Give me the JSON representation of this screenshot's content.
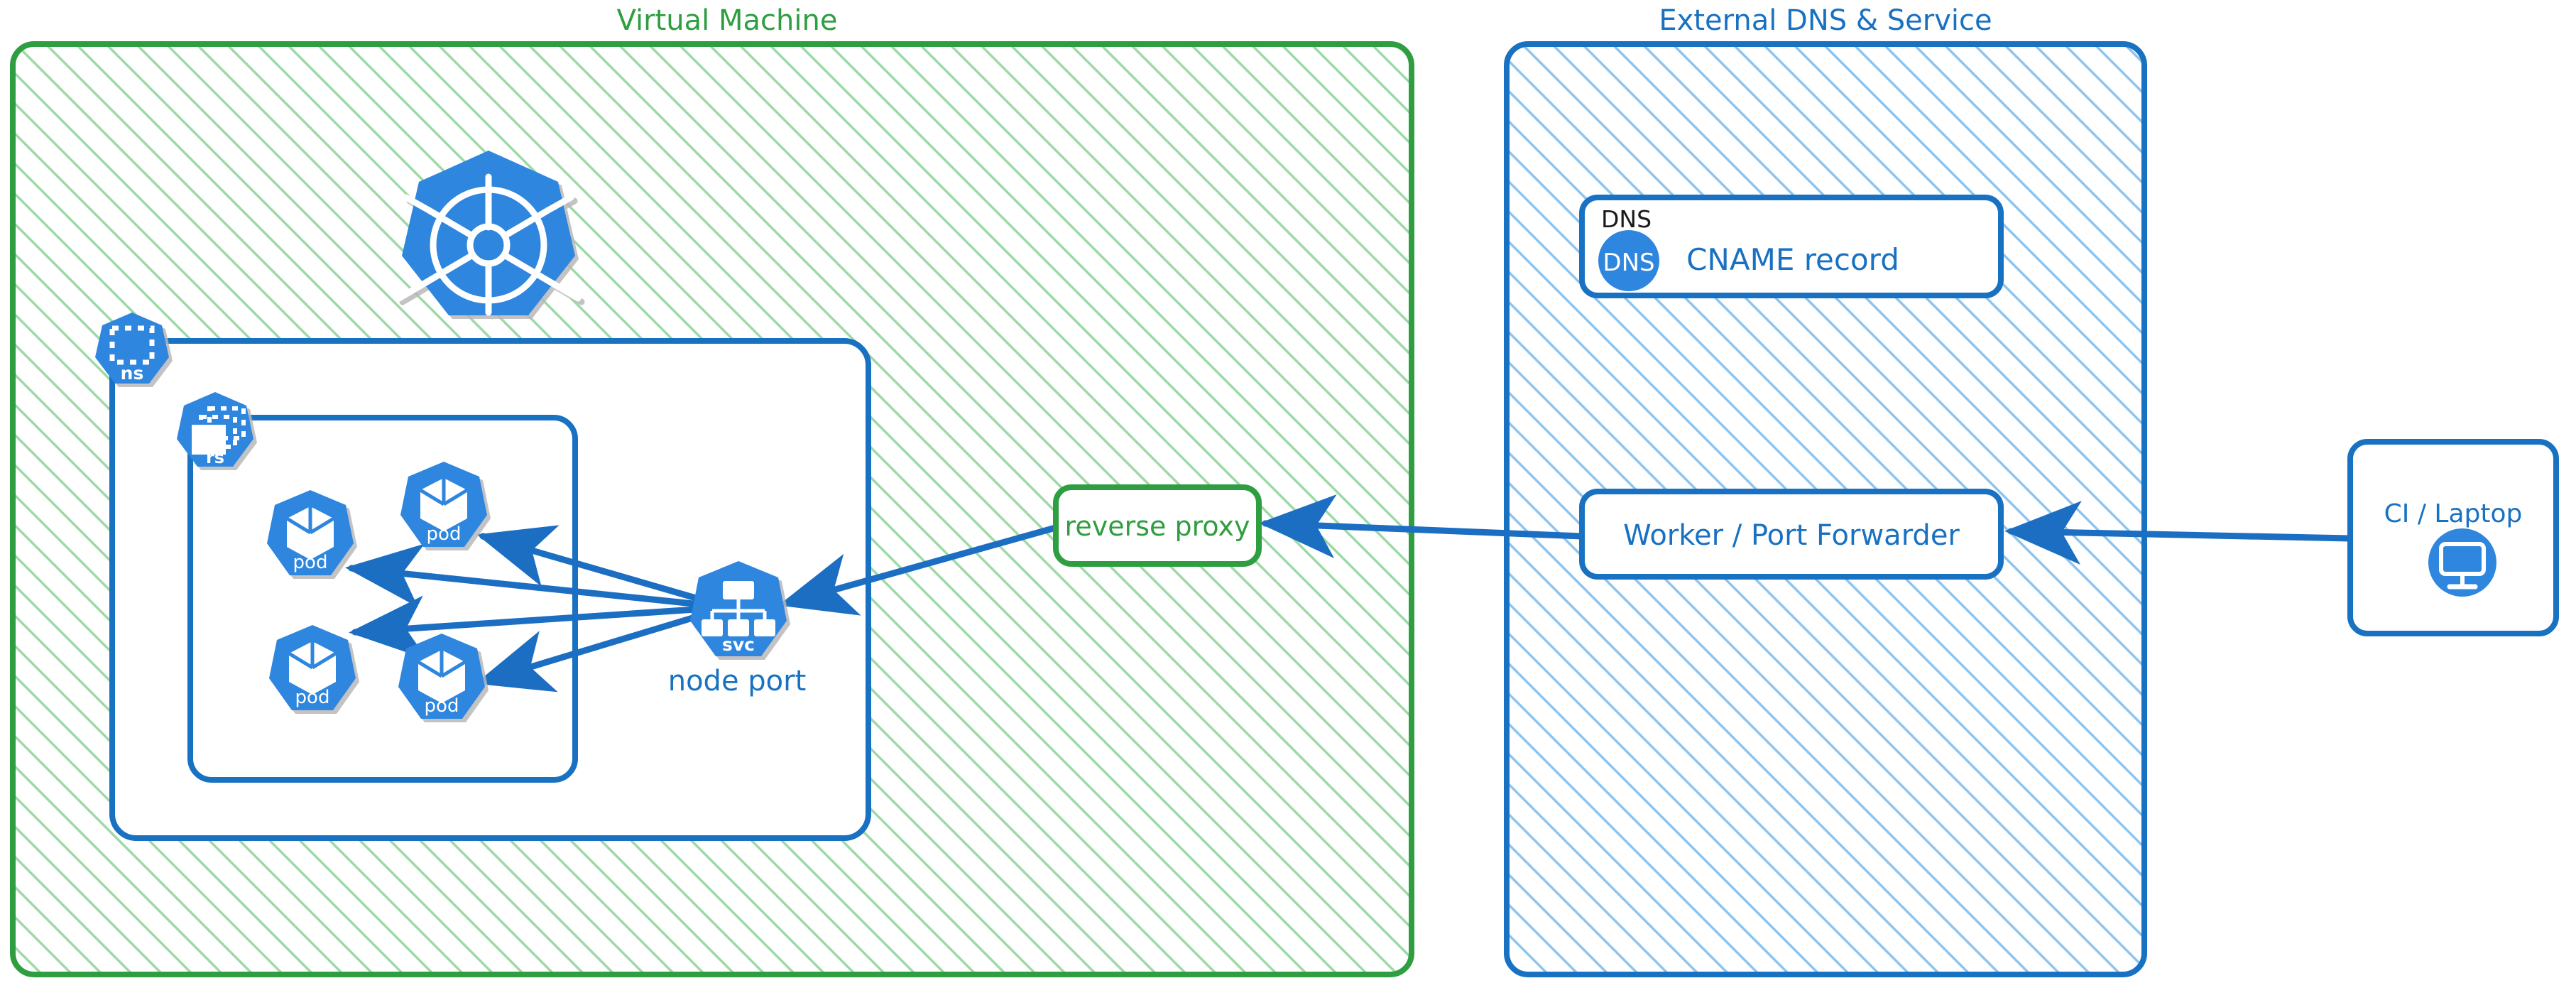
{
  "diagram": {
    "type": "architecture-diagram",
    "style": "hand-drawn sketch (excalidraw-like)",
    "colors": {
      "green_stroke": "#2f9e41",
      "green_hatch": "#9ed9a6",
      "blue_stroke": "#1971c2",
      "blue_hatch": "#8ec5f0",
      "k8s_blue": "#2e86de",
      "arrow_blue": "#1b6ec2",
      "black_text": "#1a1a1a",
      "white": "#ffffff"
    },
    "groups": [
      {
        "id": "vm",
        "title": "Virtual Machine",
        "title_color": "#2f9e41",
        "fill": "hatched-green"
      },
      {
        "id": "external",
        "title": "External DNS & Service",
        "title_color": "#1971c2",
        "fill": "hatched-blue"
      }
    ],
    "k8s": {
      "logo_label": "kubernetes-logo",
      "namespace": {
        "badge": "ns",
        "icon": "namespace-icon"
      },
      "replicaset": {
        "badge": "rs",
        "icon": "replicaset-icon"
      },
      "pods": [
        {
          "badge": "pod",
          "icon": "pod-icon"
        },
        {
          "badge": "pod",
          "icon": "pod-icon"
        },
        {
          "badge": "pod",
          "icon": "pod-icon"
        },
        {
          "badge": "pod",
          "icon": "pod-icon"
        }
      ],
      "service": {
        "badge": "svc",
        "icon": "service-icon",
        "caption": "node port"
      }
    },
    "nodes": [
      {
        "id": "reverse-proxy",
        "label": "reverse proxy",
        "stroke": "#2f9e41",
        "text_color": "#2f9e41"
      },
      {
        "id": "dns-card",
        "label": "CNAME record",
        "tag": "DNS",
        "badge": "DNS",
        "stroke": "#1971c2",
        "text_color": "#1971c2",
        "tag_color": "#1a1a1a"
      },
      {
        "id": "worker",
        "label": "Worker / Port Forwarder",
        "stroke": "#1971c2",
        "text_color": "#1971c2"
      },
      {
        "id": "client",
        "label": "CI / Laptop",
        "icon": "monitor-icon",
        "stroke": "#1971c2",
        "text_color": "#1971c2"
      }
    ],
    "edges": [
      {
        "from": "svc",
        "to": "pod-1",
        "direction": "to"
      },
      {
        "from": "svc",
        "to": "pod-2",
        "direction": "to"
      },
      {
        "from": "svc",
        "to": "pod-3",
        "direction": "to"
      },
      {
        "from": "svc",
        "to": "pod-4",
        "direction": "to"
      },
      {
        "from": "reverse-proxy",
        "to": "svc",
        "direction": "to"
      },
      {
        "from": "worker",
        "to": "reverse-proxy",
        "direction": "to"
      },
      {
        "from": "client",
        "to": "worker",
        "direction": "to"
      }
    ]
  }
}
